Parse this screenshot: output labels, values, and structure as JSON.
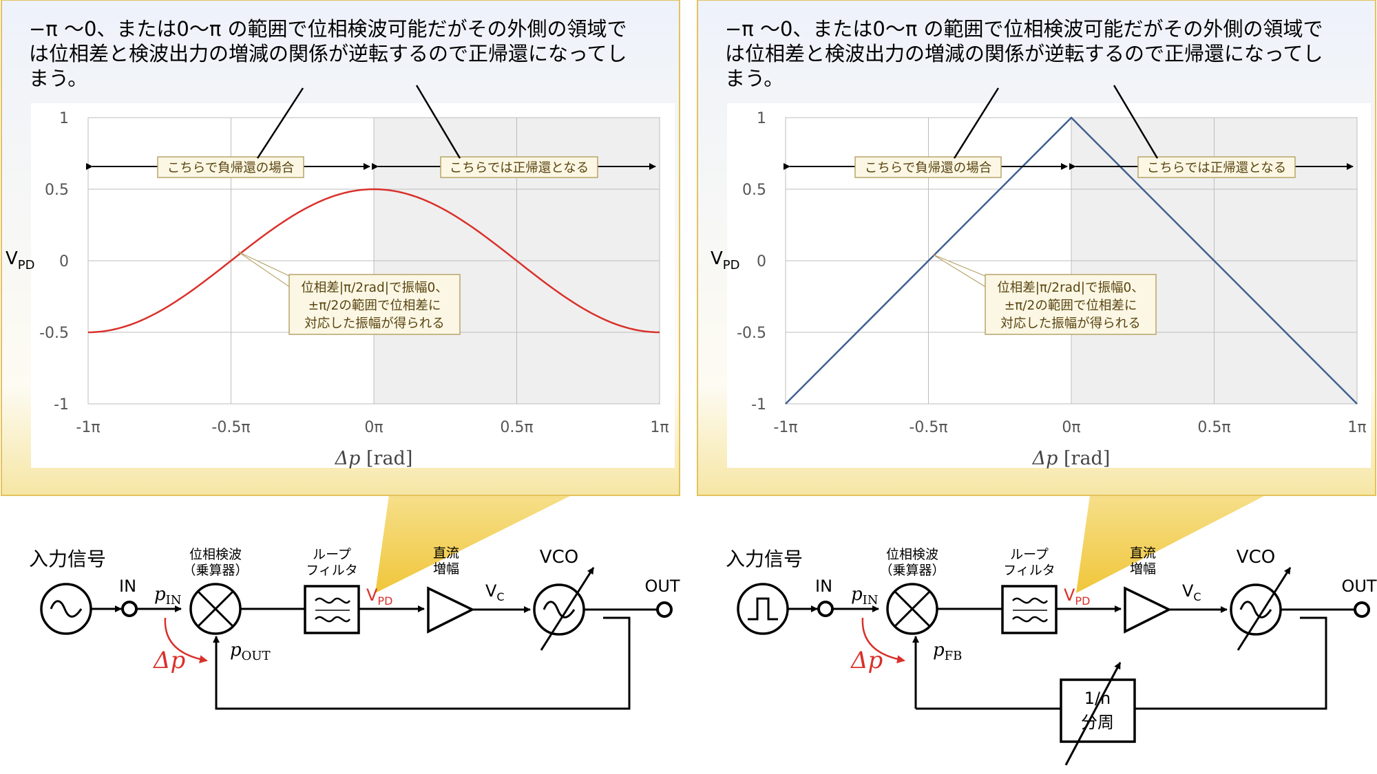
{
  "panels": [
    {
      "callout": {
        "line1": "−π ～0、または0～π の範囲で位相検波可能だがその外側の領域で",
        "line2": "は位相差と検波出力の増減の関係が逆転するので正帰還になってし",
        "line3": "まう。"
      },
      "chart_data": {
        "type": "line",
        "curve": "cosine",
        "ylabel_main": "V",
        "ylabel_sub": "PD",
        "xlabel_main": "Δp",
        "xlabel_unit": "[rad]",
        "xlim": [
          -1,
          1
        ],
        "ylim": [
          -1,
          1
        ],
        "xticks": [
          "-1π",
          "-0.5π",
          "0π",
          "0.5π",
          "1π"
        ],
        "yticks": [
          "1",
          "0.5",
          "0",
          "-0.5",
          "-1"
        ],
        "series": [
          {
            "name": "",
            "color": "#d9302a",
            "x": [
              -1,
              -0.875,
              -0.75,
              -0.625,
              -0.5,
              -0.375,
              -0.25,
              -0.125,
              0,
              0.125,
              0.25,
              0.375,
              0.5,
              0.625,
              0.75,
              0.875,
              1
            ],
            "y": [
              -0.5,
              -0.462,
              -0.354,
              -0.191,
              0,
              0.191,
              0.354,
              0.462,
              0.5,
              0.462,
              0.354,
              0.191,
              0,
              -0.191,
              -0.354,
              -0.462,
              -0.5
            ]
          }
        ],
        "shaded_region": [
          0,
          1
        ],
        "arrow_label_left": "こちらで負帰還の場合",
        "arrow_label_right": "こちらでは正帰還となる",
        "note": [
          "位相差|π/2rad|で振幅0、",
          "±π/2の範囲で位相差に",
          "対応した振幅が得られる"
        ]
      },
      "diagram": {
        "input_label": "入力信号",
        "in_label": "IN",
        "pin_main": "p",
        "pin_sub": "IN",
        "delta_main": "Δp",
        "detector_line1": "位相検波",
        "detector_line2": "（乗算器）",
        "filter_line1": "ループ",
        "filter_line2": "フィルタ",
        "vpd_main": "V",
        "vpd_sub": "PD",
        "amp_line1": "直流",
        "amp_line2": "増幅",
        "vc_main": "V",
        "vc_sub": "C",
        "vco_label": "VCO",
        "out_label": "OUT",
        "fb_main": "p",
        "fb_sub": "OUT",
        "accent_color": "#d9302a"
      }
    },
    {
      "callout": {
        "line1": "−π ～0、または0～π の範囲で位相検波可能だがその外側の領域で",
        "line2": "は位相差と検波出力の増減の関係が逆転するので正帰還になってし",
        "line3": "まう。"
      },
      "chart_data": {
        "type": "line",
        "curve": "triangle",
        "ylabel_main": "V",
        "ylabel_sub": "PD",
        "xlabel_main": "Δp",
        "xlabel_unit": "[rad]",
        "xlim": [
          -1,
          1
        ],
        "ylim": [
          -1,
          1
        ],
        "xticks": [
          "-1π",
          "-0.5π",
          "0π",
          "0.5π",
          "1π"
        ],
        "yticks": [
          "1",
          "0.5",
          "0",
          "-0.5",
          "-1"
        ],
        "series": [
          {
            "name": "",
            "color": "#3f5f8f",
            "x": [
              -1,
              0,
              1
            ],
            "y": [
              -1,
              1,
              -1
            ]
          }
        ],
        "shaded_region": [
          0,
          1
        ],
        "arrow_label_left": "こちらで負帰還の場合",
        "arrow_label_right": "こちらでは正帰還となる",
        "note": [
          "位相差|π/2rad|で振幅0、",
          "±π/2の範囲で位相差に",
          "対応した振幅が得られる"
        ]
      },
      "diagram": {
        "input_label": "入力信号",
        "in_label": "IN",
        "pin_main": "p",
        "pin_sub": "IN",
        "delta_main": "Δp",
        "detector_line1": "位相検波",
        "detector_line2": "（乗算器）",
        "filter_line1": "ループ",
        "filter_line2": "フィルタ",
        "vpd_main": "V",
        "vpd_sub": "PD",
        "amp_line1": "直流",
        "amp_line2": "増幅",
        "vc_main": "V",
        "vc_sub": "C",
        "vco_label": "VCO",
        "out_label": "OUT",
        "fb_main": "p",
        "fb_sub": "FB",
        "divider_line1": "1/n",
        "divider_line2": "分周",
        "accent_color": "#d9302a"
      }
    }
  ]
}
